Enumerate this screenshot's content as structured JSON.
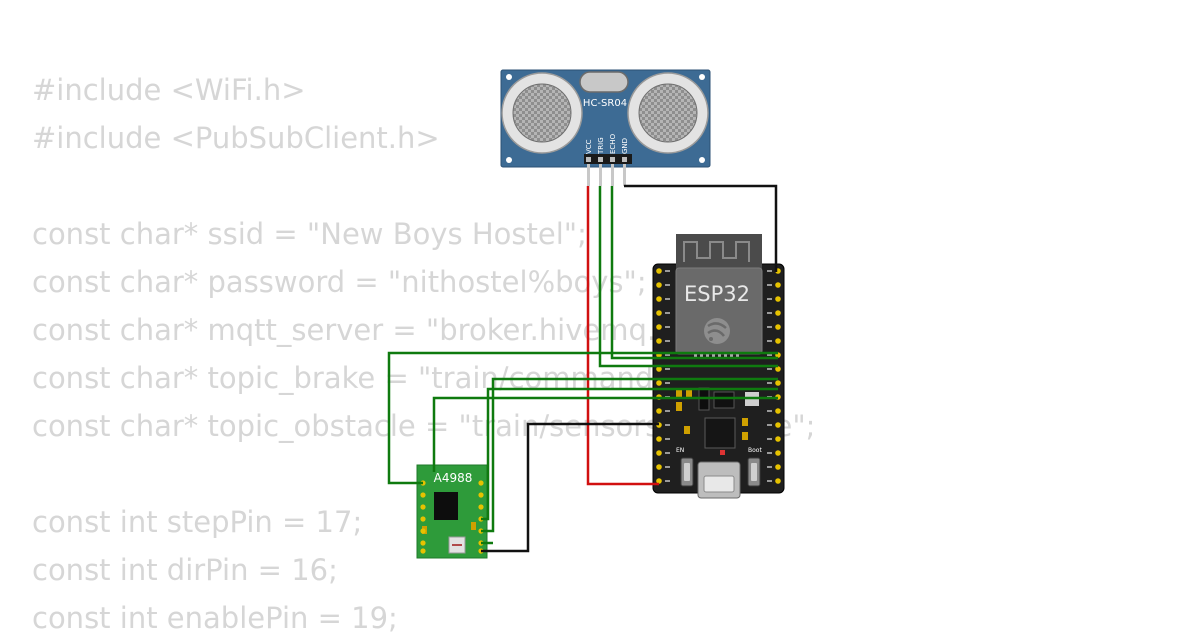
{
  "code_lines": [
    "#include <WiFi.h>",
    "#include <PubSubClient.h>",
    "",
    "const char* ssid = \"New Boys Hostel\";",
    "const char* password = \"nithostel%boys\";",
    "const char* mqtt_server = \"broker.hivemq.com\";",
    "const char* topic_brake = \"train/commands/brake\";",
    "const char* topic_obstacle = \"train/sensors/obstacle\";",
    "",
    "const int stepPin = 17;",
    "const int dirPin = 16;",
    "const int enablePin = 19;"
  ],
  "components": {
    "sensor": {
      "label": "HC-SR04",
      "pins": [
        "VCC",
        "TRIG",
        "ECHO",
        "GND"
      ]
    },
    "mcu": {
      "label": "ESP32",
      "left_button": "EN",
      "right_button": "Boot"
    },
    "driver": {
      "label": "A4988"
    }
  },
  "colors": {
    "code_text": "#d6d6d6",
    "sensor_board": "#3d6b94",
    "mcu_board": "#1f1f1f",
    "driver_board": "#2e9b3a",
    "wire_red": "#d11010",
    "wire_green": "#0f7a0f",
    "wire_black": "#111111"
  }
}
